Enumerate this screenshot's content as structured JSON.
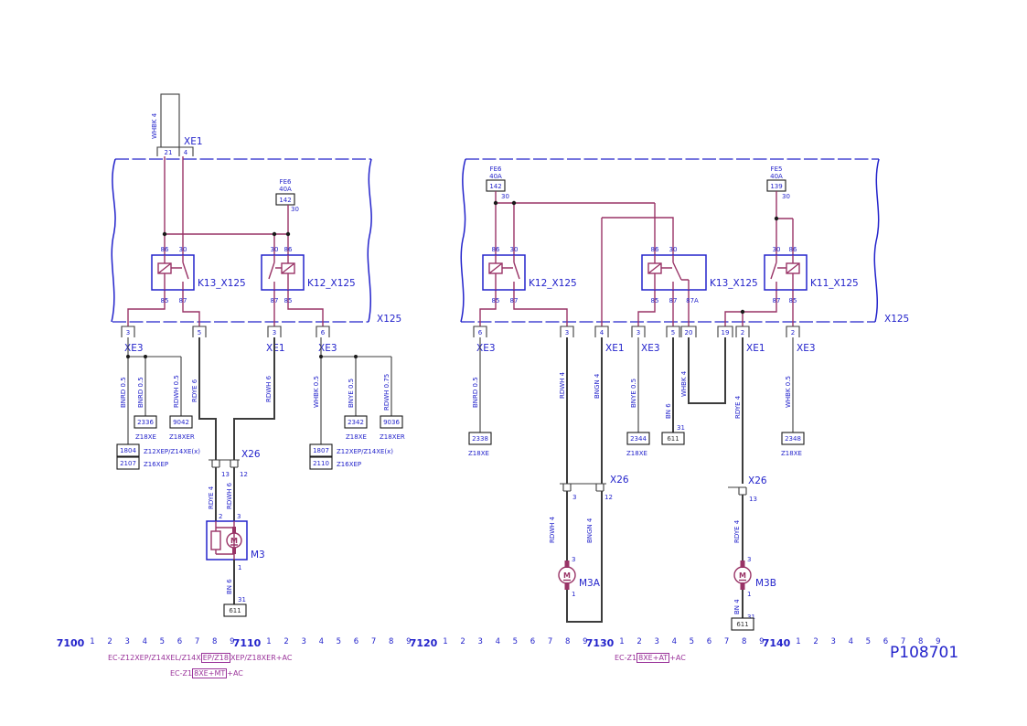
{
  "colors": {
    "blue": "#2323cb",
    "wire_magenta": "#993366",
    "wire_dark": "#3c3c3c",
    "accent_magenta": "#9a339a"
  },
  "left": {
    "top_wire_label": "WHBK 4",
    "xe1_top": {
      "label": "XE1",
      "pin_a": "21",
      "pin_b": "4"
    },
    "fuse": {
      "name": "FE6",
      "amp": "40A",
      "code": "142",
      "pin": "30"
    },
    "k13": {
      "name": "K13_X125",
      "p86": "86",
      "p30": "30",
      "p85": "85",
      "p87": "87"
    },
    "k12": {
      "name": "K12_X125",
      "p30": "30",
      "p86": "86",
      "p87": "87",
      "p85": "85"
    },
    "x125_label": "X125",
    "pins": {
      "a": "3",
      "b": "5",
      "c": "3",
      "d": "6"
    },
    "conns": {
      "a": "XE3",
      "b": "XE1",
      "c": "XE3"
    },
    "wires": {
      "bnrd1": "BNRD 0.5",
      "bnrd2": "BNRD 0.5",
      "rdwh05": "RDWH 0.5",
      "rdye6": "RDYE 6",
      "rdwh6": "RDWH 6",
      "whbk05": "WHBK 0.5",
      "bnye05": "BNYE 0.5",
      "rdwh075": "RDWH 0.75",
      "rdye4": "RDYE 4",
      "rdwh6b": "RDWH 6",
      "bn6": "BN 6"
    },
    "codes": {
      "c2336": "2336",
      "c2336_eng": "Z18XE",
      "c9042": "9042",
      "c9042_eng": "Z18XER",
      "c2342": "2342",
      "c2342_eng": "Z18XE",
      "c9036": "9036",
      "c9036_eng": "Z18XER",
      "c1804": "1804",
      "c1804_eng": "Z12XEP/Z14XE(x)",
      "c2107": "2107",
      "c2107_eng": "Z16XEP",
      "c1807": "1807",
      "c1807_eng": "Z12XEP/Z14XE(x)",
      "c2110": "2110",
      "c2110_eng": "Z16XEP"
    },
    "x26": {
      "label": "X26",
      "pin_a": "13",
      "pin_b": "12"
    },
    "m3": {
      "name": "M3",
      "sym": "M",
      "pin_a": "2",
      "pin_b": "3",
      "pin_c": "1"
    },
    "gnd": {
      "pin": "31",
      "code": "611"
    }
  },
  "right": {
    "fuse1": {
      "name": "FE6",
      "amp": "40A",
      "code": "142",
      "pin": "30"
    },
    "fuse2": {
      "name": "FE5",
      "amp": "40A",
      "code": "139",
      "pin": "30"
    },
    "k12": {
      "name": "K12_X125",
      "p86": "86",
      "p30": "30",
      "p85": "85",
      "p87": "87"
    },
    "k13": {
      "name": "K13_X125",
      "p86": "86",
      "p30": "30",
      "p85": "85",
      "p87": "87",
      "p87a": "87A"
    },
    "k11": {
      "name": "K11_X125",
      "p30": "30",
      "p86": "86",
      "p87": "87",
      "p85": "85"
    },
    "x125_label": "X125",
    "pins": {
      "a": "6",
      "b": "3",
      "c": "4",
      "d": "3",
      "e": "5",
      "f": "20",
      "g": "19",
      "h": "2",
      "i": "2"
    },
    "conns": {
      "a": "XE3",
      "b": "XE1",
      "c": "XE3",
      "d": "XE1",
      "e": "XE3"
    },
    "wires": {
      "bnrd05": "BNRD 0.5",
      "rdwh4": "RDWH 4",
      "bngn4": "BNGN 4",
      "bnye05": "BNYE 0.5",
      "bn6": "BN 6",
      "whbk4": "WHBK 4",
      "rdye4": "RDYE 4",
      "whbk05": "WHBK 0.5",
      "rdwh4b": "RDWH 4",
      "bngn4b": "BNGN 4",
      "rdye4b": "RDYE 4",
      "bn4": "BN 4"
    },
    "codes": {
      "c2338": "2338",
      "c2338_eng": "Z18XE",
      "c2344": "2344",
      "c2344_eng": "Z18XE",
      "c2348": "2348",
      "c2348_eng": "Z18XE"
    },
    "x26a": {
      "label": "X26",
      "pin_a": "3",
      "pin_b": "12"
    },
    "x26b": {
      "label": "X26",
      "pin_a": "13"
    },
    "m3a": {
      "name": "M3A",
      "sym": "M",
      "pin_t": "3",
      "pin_b": "1"
    },
    "m3b": {
      "name": "M3B",
      "sym": "M",
      "pin_t": "3",
      "pin_b": "1"
    },
    "gnd1": {
      "pin": "31",
      "code": "611"
    },
    "gnd2": {
      "pin": "31",
      "code": "611"
    }
  },
  "ruler": {
    "majors": [
      "7100",
      "7110",
      "7120",
      "7130",
      "7140"
    ],
    "minors": [
      "1",
      "2",
      "3",
      "4",
      "5",
      "6",
      "7",
      "8",
      "9"
    ]
  },
  "footer": {
    "page_id": "P108701",
    "ec_lines": [
      {
        "pre": "EC-Z12XEP/Z14XEL/Z14X",
        "boxed": "EP/Z18",
        "post": "XEP/Z18XER+AC"
      },
      {
        "pre": "EC-Z1",
        "boxed": "8XE+MT",
        "post": "+AC"
      },
      {
        "pre": "EC-Z1",
        "boxed": "8XE+AT",
        "post": "+AC"
      }
    ]
  }
}
